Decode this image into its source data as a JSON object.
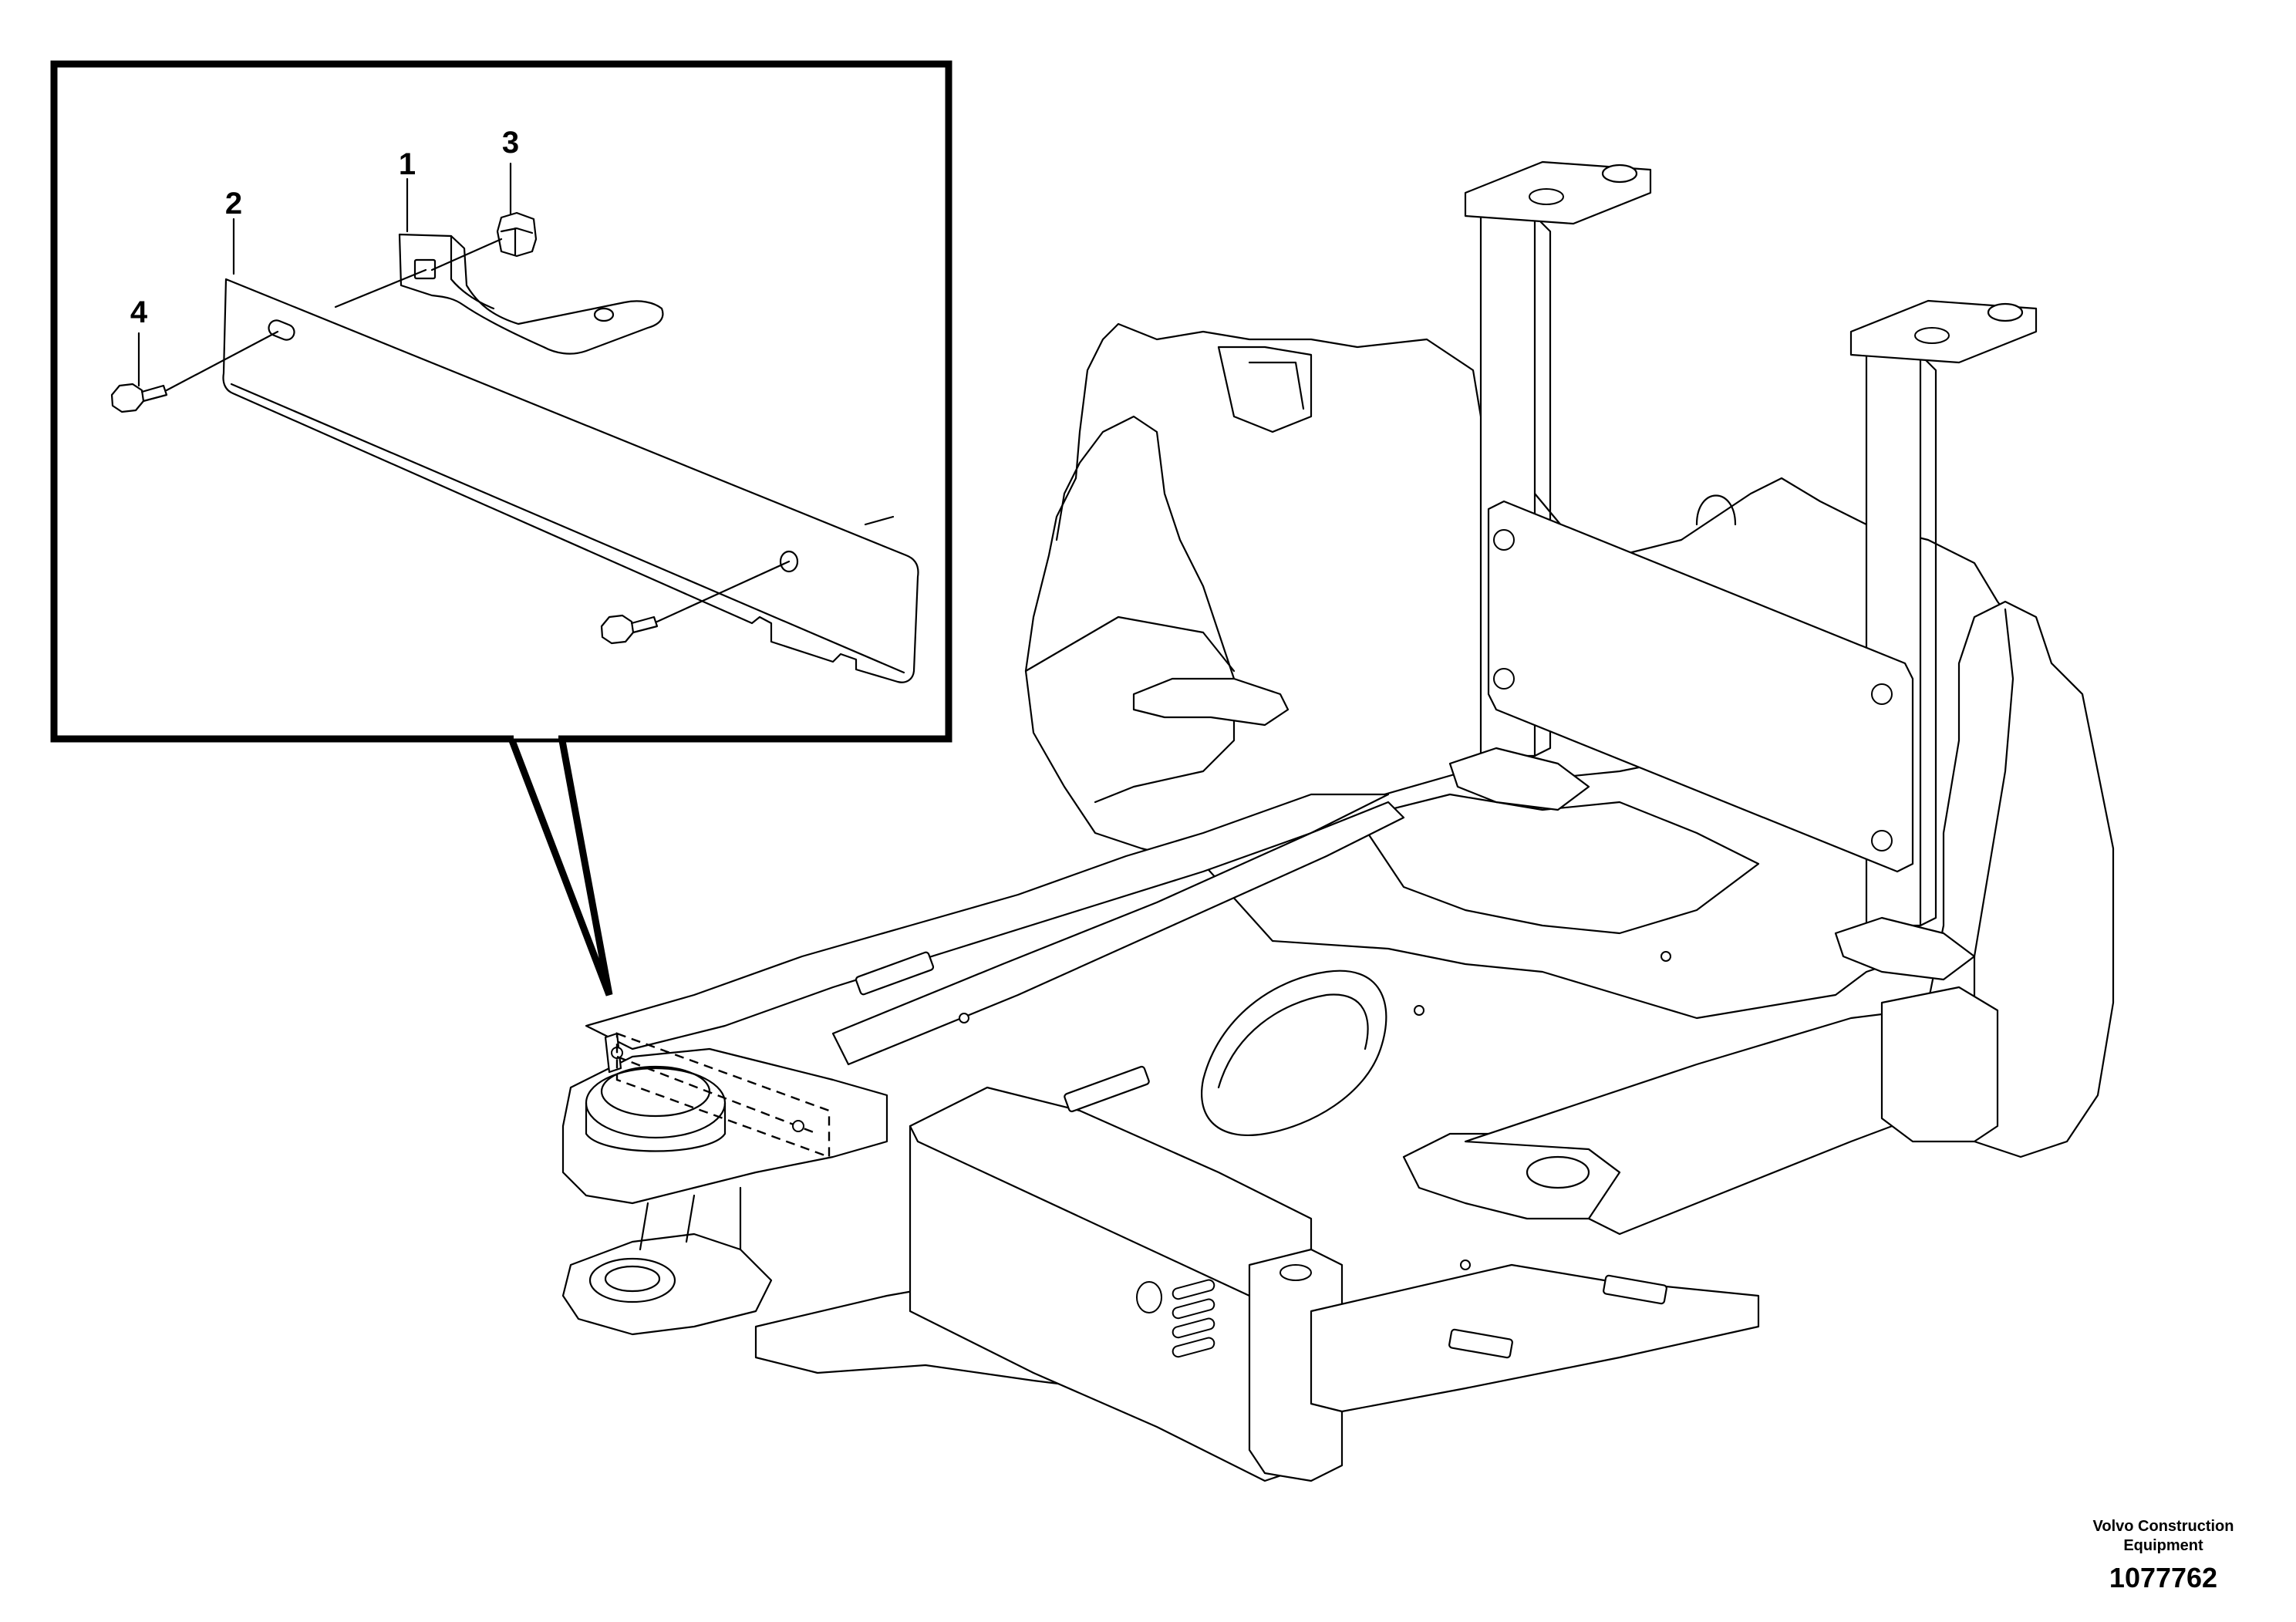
{
  "callouts": [
    {
      "id": "1",
      "label": "1"
    },
    {
      "id": "2",
      "label": "2"
    },
    {
      "id": "3",
      "label": "3"
    },
    {
      "id": "4",
      "label": "4"
    }
  ],
  "footer": {
    "brand_line1": "Volvo Construction",
    "brand_line2": "Equipment",
    "document_number": "1077762"
  }
}
